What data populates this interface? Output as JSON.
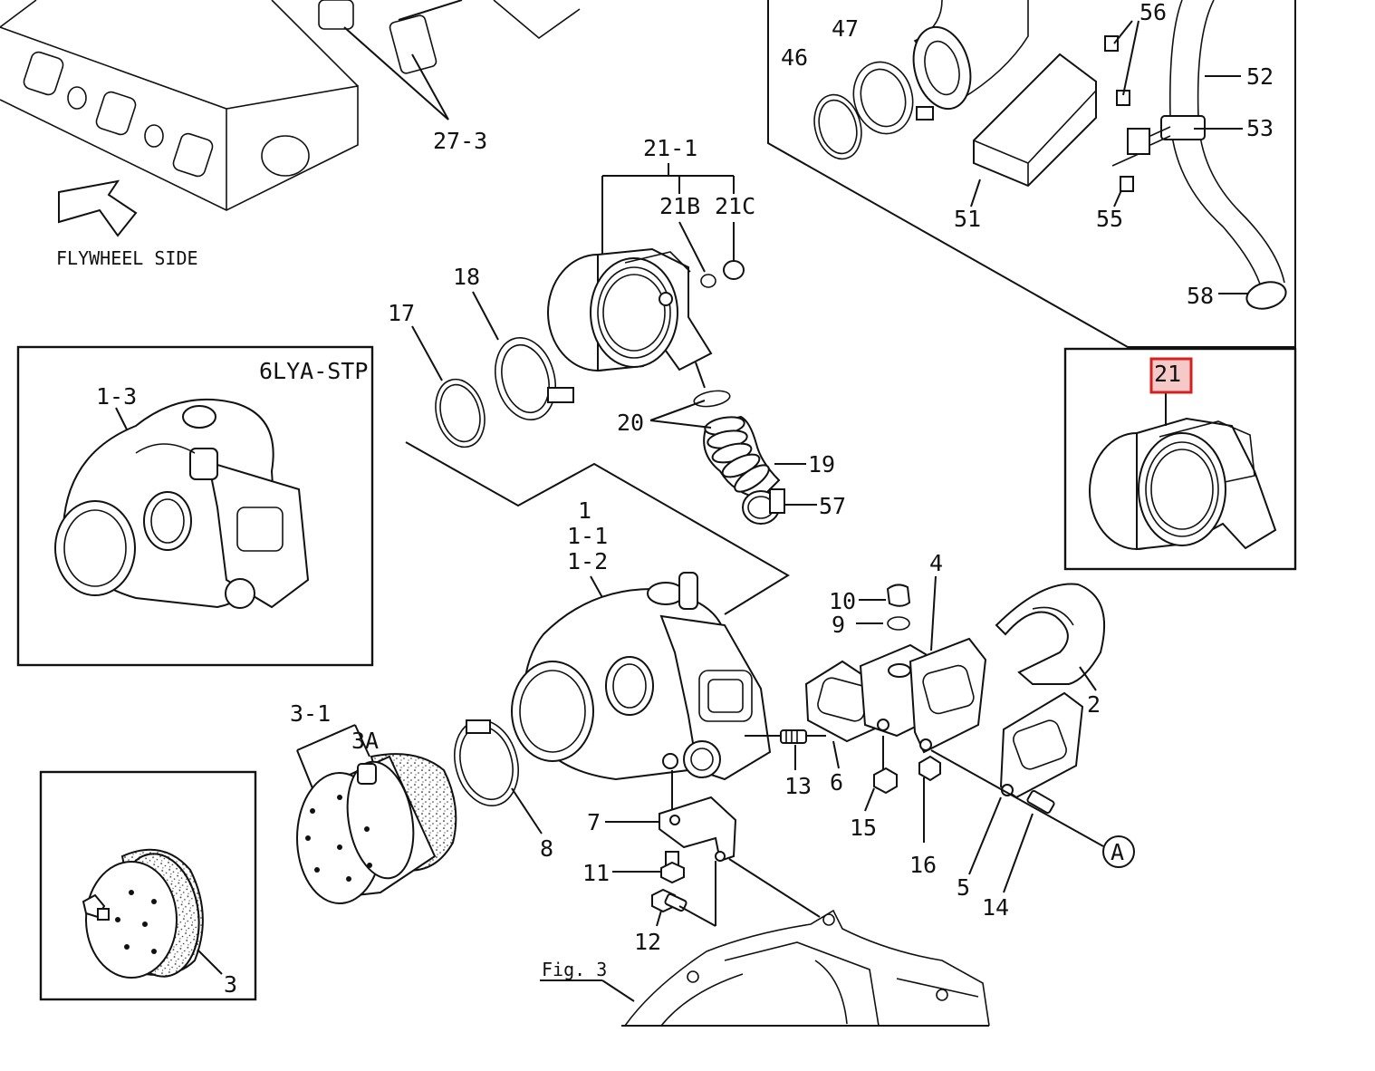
{
  "labels": {
    "l27_3": "27-3",
    "flywheel": "FLYWHEEL SIDE",
    "l21_1": "21-1",
    "l21B": "21B",
    "l21C": "21C",
    "l18": "18",
    "l17": "17",
    "l20": "20",
    "l19": "19",
    "l57": "57",
    "l1": "1",
    "l1_1": "1-1",
    "l1_2": "1-2",
    "l1_3": "1-3",
    "model": "6LYA-STP",
    "l46": "46",
    "l47": "47",
    "l56": "56",
    "l52": "52",
    "l53": "53",
    "l51": "51",
    "l55": "55",
    "l58": "58",
    "l21": "21",
    "l10": "10",
    "l9": "9",
    "l4": "4",
    "l2": "2",
    "l3_1": "3-1",
    "l3A": "3A",
    "l8": "8",
    "l13": "13",
    "l6": "6",
    "l15": "15",
    "l16": "16",
    "l7": "7",
    "l11": "11",
    "l12": "12",
    "l5": "5",
    "l14": "14",
    "lA": "A",
    "l3": "3",
    "fig3": "Fig. 3"
  },
  "colors": {
    "highlight_stroke": "#d62020",
    "highlight_fill": "#f6c9c9",
    "line": "#111111"
  }
}
